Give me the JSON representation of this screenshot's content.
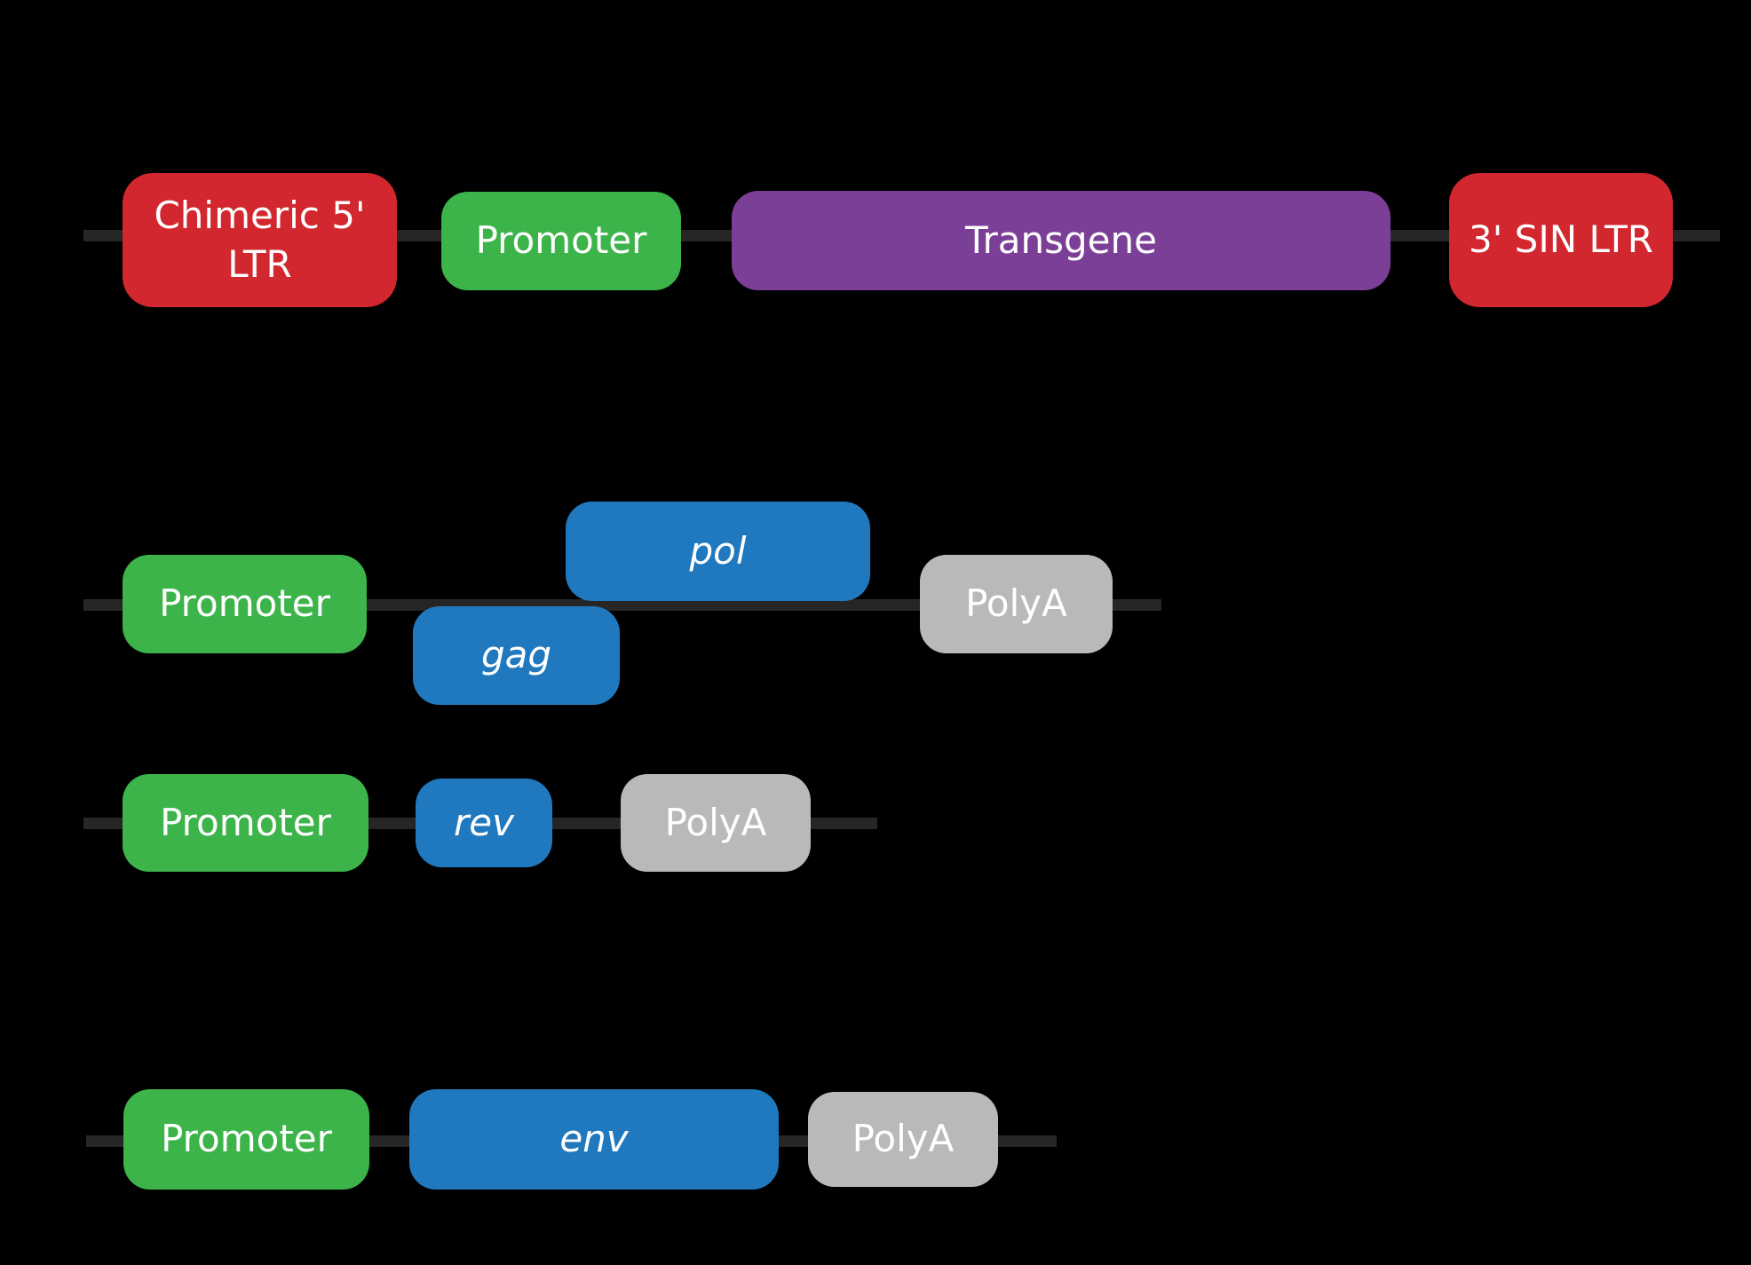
{
  "diagram": {
    "background_color": "#000000",
    "backbone_line_color": "#262626",
    "label_text_color": "#ffffff",
    "colors": {
      "ltr": "#d2272e",
      "promoter": "#3cb44a",
      "transgene": "#7c3f97",
      "gene": "#2079be",
      "polya": "#b9b9b9"
    },
    "rows": [
      {
        "name": "transfer-plasmid",
        "boxes": {
          "ltr5": {
            "label": "Chimeric 5' LTR"
          },
          "promoter": {
            "label": "Promoter"
          },
          "transgene": {
            "label": "Transgene"
          },
          "ltr3": {
            "label": "3' SIN LTR"
          }
        }
      },
      {
        "name": "packaging-gag-pol",
        "boxes": {
          "promoter": {
            "label": "Promoter"
          },
          "gag": {
            "label": "gag"
          },
          "pol": {
            "label": "pol"
          },
          "polya": {
            "label": "PolyA"
          }
        }
      },
      {
        "name": "packaging-rev",
        "boxes": {
          "promoter": {
            "label": "Promoter"
          },
          "rev": {
            "label": "rev"
          },
          "polya": {
            "label": "PolyA"
          }
        }
      },
      {
        "name": "envelope",
        "boxes": {
          "promoter": {
            "label": "Promoter"
          },
          "env": {
            "label": "env"
          },
          "polya": {
            "label": "PolyA"
          }
        }
      }
    ]
  }
}
